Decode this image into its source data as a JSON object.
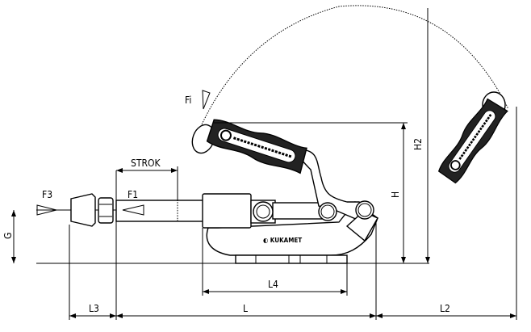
{
  "drawing": {
    "labels": {
      "stroke": "STROK",
      "f1": "F1",
      "f3": "F3",
      "fi": "Fi",
      "g": "G",
      "h": "H",
      "h2": "H2",
      "l": "L",
      "l2": "L2",
      "l3": "L3",
      "l4": "L4"
    },
    "logo_text": "KUKAMET"
  }
}
